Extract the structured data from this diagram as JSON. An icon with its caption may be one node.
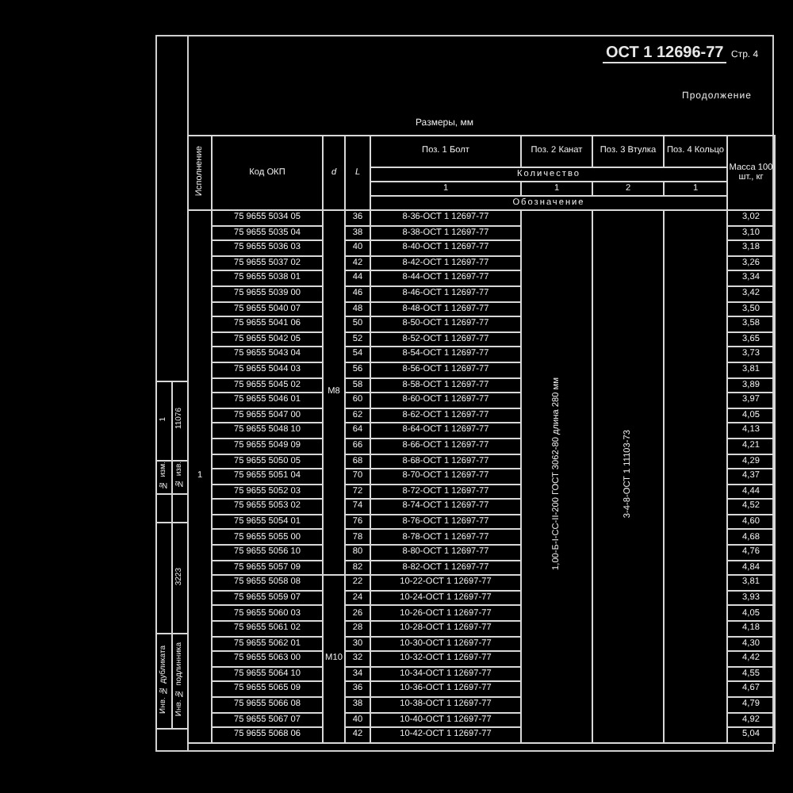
{
  "diagram": {
    "title": "ОСТ 1 12696-77",
    "labels": [
      "Стр. 4",
      "Продолжение",
      "Размеры, мм",
      "Исполнение",
      "Код ОКП",
      "d",
      "L",
      "Поз. 1 Болт",
      "Поз. 2 Канат",
      "Поз. 3 Втулка",
      "Поз. 4 Кольцо",
      "Масса 100 шт., кг",
      "Количество",
      "1",
      "1",
      "2",
      "1",
      "Обозначение",
      "75 9655 5034 05",
      "36",
      "8-36-ОСТ 1 12697-77",
      "3,02",
      "75 9655 5035 04",
      "38",
      "8-38-ОСТ 1 12697-77",
      "3,10",
      "75 9655 5036 03",
      "40",
      "8-40-ОСТ 1 12697-77",
      "3,18",
      "75 9655 5037 02",
      "42",
      "8-42-ОСТ 1 12697-77",
      "3,26",
      "75 9655 5038 01",
      "44",
      "8-44-ОСТ 1 12697-77",
      "3,34",
      "75 9655 5039 00",
      "46",
      "8-46-ОСТ 1 12697-77",
      "3,42",
      "75 9655 5040 07",
      "48",
      "8-48-ОСТ 1 12697-77",
      "3,50",
      "75 9655 5041 06",
      "50",
      "8-50-ОСТ 1 12697-77",
      "3,58",
      "75 9655 5042 05",
      "52",
      "8-52-ОСТ 1 12697-77",
      "3,65",
      "75 9655 5043 04",
      "54",
      "8-54-ОСТ 1 12697-77",
      "3,73",
      "75 9655 5044 03",
      "56",
      "8-56-ОСТ 1 12697-77",
      "3,81",
      "75 9655 5045 02",
      "58",
      "8-58-ОСТ 1 12697-77",
      "3,89",
      "75 9655 5046 01",
      "60",
      "8-60-ОСТ 1 12697-77",
      "3,97",
      "75 9655 5047 00",
      "62",
      "8-62-ОСТ 1 12697-77",
      "4,05",
      "75 9655 5048 10",
      "64",
      "8-64-ОСТ 1 12697-77",
      "4,13",
      "75 9655 5049 09",
      "66",
      "8-66-ОСТ 1 12697-77",
      "4,21",
      "75 9655 5050 05",
      "68",
      "8-68-ОСТ 1 12697-77",
      "4,29",
      "75 9655 5051 04",
      "70",
      "8-70-ОСТ 1 12697-77",
      "4,37",
      "75 9655 5052 03",
      "72",
      "8-72-ОСТ 1 12697-77",
      "4,44",
      "75 9655 5053 02",
      "74",
      "8-74-ОСТ 1 12697-77",
      "4,52",
      "75 9655 5054 01",
      "76",
      "8-76-ОСТ 1 12697-77",
      "4,60",
      "75 9655 5055 00",
      "78",
      "8-78-ОСТ 1 12697-77",
      "4,68",
      "75 9655 5056 10",
      "80",
      "8-80-ОСТ 1 12697-77",
      "4,76",
      "75 9655 5057 09",
      "82",
      "8-82-ОСТ 1 12697-77",
      "4,84",
      "75 9655 5058 08",
      "22",
      "10-22-ОСТ 1 12697-77",
      "3,81",
      "75 9655 5059 07",
      "24",
      "10-24-ОСТ 1 12697-77",
      "3,93",
      "75 9655 5060 03",
      "26",
      "10-26-ОСТ 1 12697-77",
      "4,05",
      "75 9655 5061 02",
      "28",
      "10-28-ОСТ 1 12697-77",
      "4,18",
      "75 9655 5062 01",
      "30",
      "10-30-ОСТ 1 12697-77",
      "4,30",
      "75 9655 5063 00",
      "32",
      "10-32-ОСТ 1 12697-77",
      "4,42",
      "75 9655 5064 10",
      "34",
      "10-34-ОСТ 1 12697-77",
      "4,55",
      "75 9655 5065 09",
      "36",
      "10-36-ОСТ 1 12697-77",
      "4,67",
      "75 9655 5066 08",
      "38",
      "10-38-ОСТ 1 12697-77",
      "4,79",
      "75 9655 5067 07",
      "40",
      "10-40-ОСТ 1 12697-77",
      "4,92",
      "75 9655 5068 06",
      "42",
      "10-42-ОСТ 1 12697-77",
      "5,04",
      "1",
      "M8",
      "M10",
      "1,00-Б-I-СС-II-200 ГОСТ 3062-80 длина 280 мм",
      "3-4-8-ОСТ 1 11103-73",
      "1",
      "11076",
      "№ изм.",
      "№ изв.",
      "3223",
      "Инв. № дубликата",
      "Инв. № подлинника"
    ]
  }
}
